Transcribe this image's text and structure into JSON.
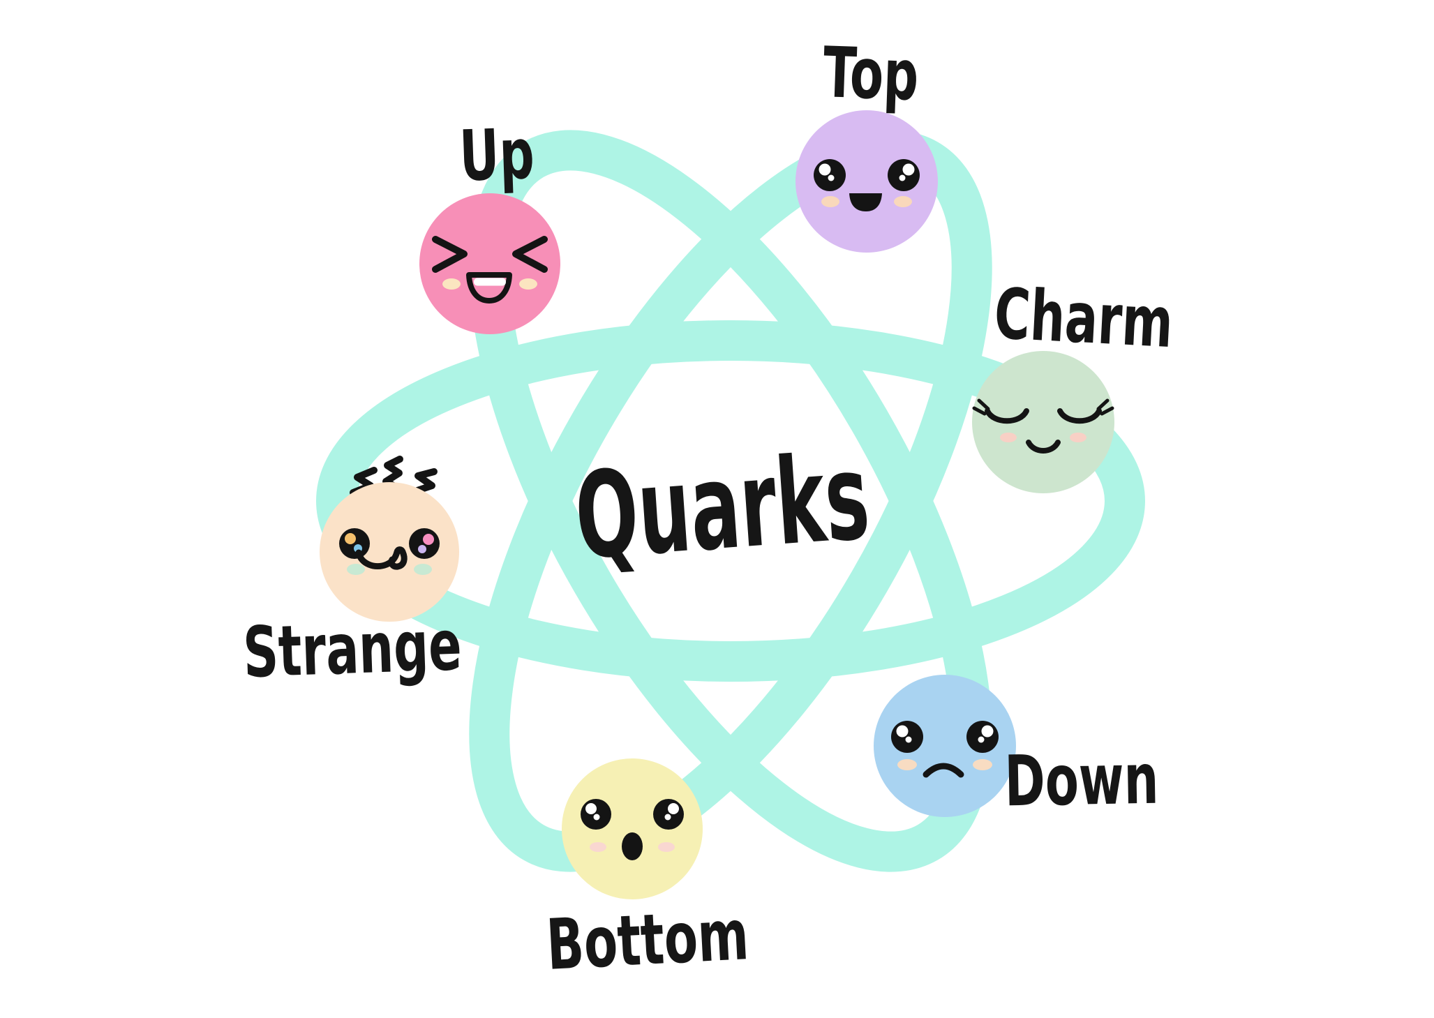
{
  "title": "Quarks",
  "background_color": "#FFFFFF",
  "label_color": "#161616",
  "atom": {
    "ring_color": "#AEF4E5"
  },
  "quarks": [
    {
      "label": "Up",
      "body_color": "#F78FB7",
      "blush_color": "#FBE5C0",
      "expression": "laughing with squeezed-shut chevron eyes and open grin"
    },
    {
      "label": "Top",
      "body_color": "#D8BBF2",
      "blush_color": "#F9D8BB",
      "expression": "happy open-mouth smile with sparkly eyes"
    },
    {
      "label": "Charm",
      "body_color": "#CDE5CE",
      "blush_color": "#F8D0C5",
      "expression": "serene closed eyes with lashes and gentle smile"
    },
    {
      "label": "Strange",
      "body_color": "#FBE2C8",
      "blush_color": "#C8E9D3",
      "expression": "cheeky tongue-out smile with multicolor sparkle eyes and squiggly hair",
      "hair_colors": [
        "#A6D3F1",
        "#DCEBD9",
        "#F799C6"
      ],
      "sparkle_colors": [
        "#F4C06D",
        "#7CC4E8",
        "#F78FC0",
        "#CBB5F0"
      ]
    },
    {
      "label": "Down",
      "body_color": "#A9D3F1",
      "blush_color": "#F8DCC2",
      "expression": "sad frown with glossy eyes"
    },
    {
      "label": "Bottom",
      "body_color": "#F6F0B4",
      "blush_color": "#F9D7D1",
      "expression": "surprised round O mouth with wide eyes"
    }
  ]
}
